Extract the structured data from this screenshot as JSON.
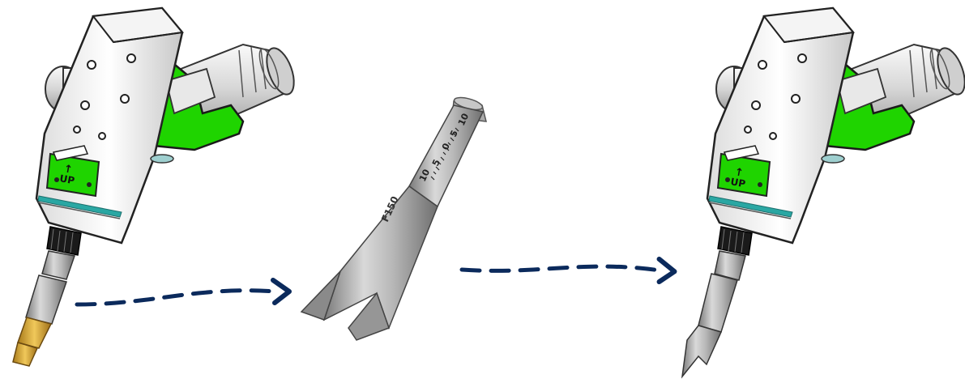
{
  "labels": {
    "left_panel_arrow": "↑",
    "left_panel_text": "UP",
    "right_panel_arrow": "↑",
    "right_panel_text": "UP",
    "nozzle_marking": "F150",
    "scale_numbers": [
      "10",
      "5",
      "0",
      "5",
      "10"
    ]
  },
  "colors": {
    "accent_green": "#1fd400",
    "arrow_navy": "#0b2a5c",
    "brass_tip": "#d8a838",
    "teal_band": "#2aa7a3"
  },
  "icons": [
    "dashed-arrow-icon",
    "dashed-arrow-icon"
  ]
}
